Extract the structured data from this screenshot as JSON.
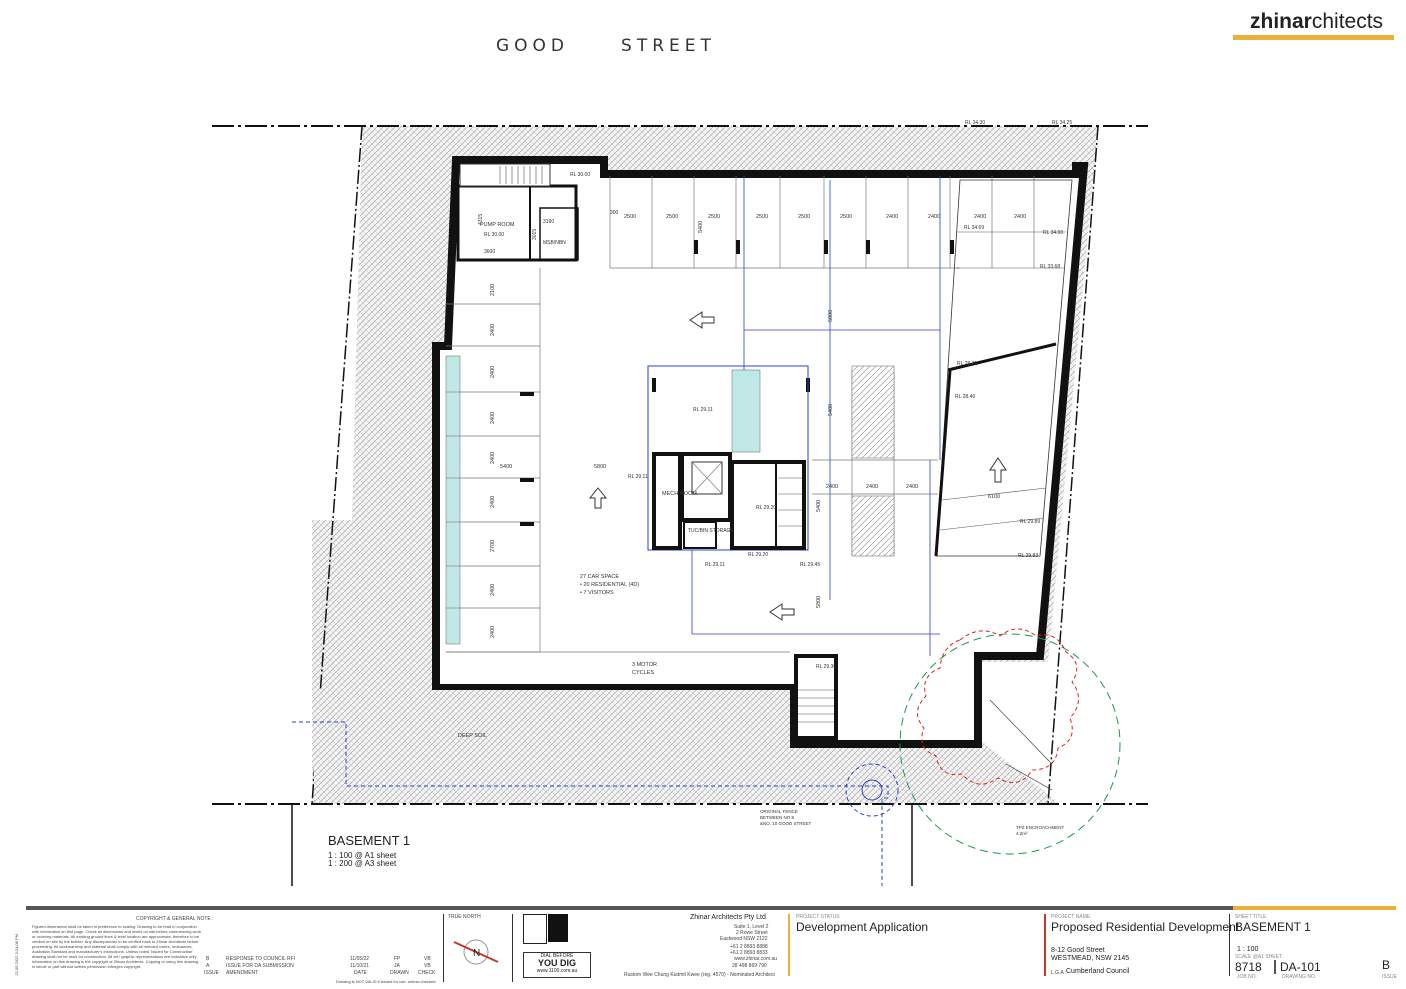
{
  "header": {
    "street": "GOOD     STREET",
    "logo_bold": "zhinar",
    "logo_rest": "chitects"
  },
  "rooms": {
    "pump_room": "PUMP ROOM",
    "pump_rl": "RL 30.00",
    "msb": "MSB/NBN",
    "mech_room": "MECH\nROOM",
    "tuc_storage": "TUC/BIN\nSTORAGE",
    "deep_soil": "DEEP SOIL",
    "car_spaces": "27 CAR SPACE",
    "car_residential": "• 20 RESIDENTIAL (4D)",
    "car_visitors": "• 7 VISITORS",
    "motorcycles_1": "3 MOTOR",
    "motorcycles_2": "CYCLES",
    "fence_note_1": "ORIGINAL FENCE",
    "fence_note_2": "BETWEEN NO.8",
    "fence_note_3": "&NO. 10 GOOD STREET",
    "tpz_note": "TPZ ENCROACHMENT",
    "tpz_value": "4.2m²"
  },
  "levels": {
    "rl_3000": "RL 30.00",
    "rl_3430": "RL 34.30",
    "rl_3425": "RL 34.25",
    "rl_3469": "RL 34.69",
    "rl_3400": "RL 34.00",
    "rl_3368": "RL 33.68",
    "rl_2911a": "RL 29.11",
    "rl_2911b": "RL 29.11",
    "rl_2911c": "RL 29.11",
    "rl_2920a": "RL 29.20",
    "rl_2920b": "RL 29.20",
    "rl_2945": "RL 29.45",
    "rl_2871": "RL 28.71",
    "rl_2846": "RL 28.46",
    "rl_2989": "RL 29.89",
    "rl_2983": "RL 29.83",
    "rl_2930": "RL 29.30"
  },
  "dims": {
    "d4315": "4315",
    "d3600": "3600",
    "d3190": "3190",
    "d3015": "3015",
    "d300": "300",
    "top_row": [
      "2500",
      "2500",
      "2500",
      "2500",
      "2500",
      "2500",
      "2400",
      "2400",
      "2400",
      "2400"
    ],
    "left_col": [
      "2100",
      "2400",
      "2400",
      "2400",
      "2400",
      "2400",
      "2700",
      "2400",
      "2400"
    ],
    "d5400a": "5400",
    "d5800a": "5800",
    "d5400b": "5400",
    "d5800b": "5800",
    "d5400c": "5400",
    "d5400d": "5400",
    "d5800c": "5800",
    "d6100": "6100",
    "d2400_row": [
      "2400",
      "2400",
      "2400"
    ]
  },
  "view": {
    "title": "BASEMENT 1",
    "scale_a1": "1 : 100 @ A1 sheet",
    "scale_a3": "1 : 200 @ A3 sheet"
  },
  "title_block": {
    "copyright_head": "COPYRIGHT & GENERAL NOTE :",
    "copyright_body": "Figured dimensions shall be taken in preference to scaling. Drawing to be read in conjunction with information on first page. Check all dimensions and levels on site before commencing work or ordering materials. All existing ground lines & level location are approximate, therefore to be verified on site by the builder. Any discrepancies to be verified back to Zhinar Architects before proceeding. All workmanship and material shall comply with all relevant codes, ordinances, Australian Standard and manufacturer's instructions. Unless noted 'Issued for Construction' drawing shall not be used for construction. All art / graphic representations are indicative only. Information on this drawing is the copyright of Zhinar Architects. Copying or using this drawing in whole or part without written permission infringes copyright.",
    "rev_b": "B",
    "rev_b_desc": "RESPONSE TO COUNCIL RFI",
    "rev_b_date": "11/05/22",
    "rev_b_drawn": "FP",
    "rev_b_check": "VB",
    "rev_a": "A",
    "rev_a_desc": "ISSUE FOR DA SUBMISSION",
    "rev_a_date": "11/10/21",
    "rev_a_drawn": "JA",
    "rev_a_check": "VB",
    "issue_h": "ISSUE",
    "amend_h": "AMENDMENT",
    "date_h": "DATE",
    "drawn_h": "DRAWN",
    "check_h": "CHECK",
    "not_valid": "Drawing is NOT VALID if issued for use, unless checked.",
    "true_north": "TRUE NORTH",
    "north": "N",
    "dyd_dial": "DIAL BEFORE",
    "dyd_big": "YOU DIG",
    "dyd_url": "www.1100.com.au",
    "company": "Zhinar Architects Pty Ltd",
    "address_1": "Suite 1, Level 2",
    "address_2": "2 Rowe Street",
    "address_3": "Eastwood NSW 2122",
    "phone_1": "+61 2 8893 8888",
    "phone_2": "+61 2 8893 8833",
    "web": "www.zhinar.com.au",
    "abn": "28 498 869 790",
    "nominated": "Rustom Wee Chung Kudmit Kwee (reg. 4570) - Nominated Architect",
    "status_label": "PROJECT STATUS",
    "status": "Development Application",
    "project_label": "PROJECT NAME",
    "project": "Proposed Residential Development",
    "project_addr_1": "8-12 Good Street",
    "project_addr_2": "WESTMEAD, NSW 2145",
    "lga_label": "L.G.A :",
    "lga": "Cumberland Council",
    "sheet_label": "SHEET TITLE",
    "sheet": "BASEMENT 1",
    "scale": "1 : 100",
    "scale_label": "SCALE @A1 SHEET",
    "job": "8718",
    "job_label": "JOB No.",
    "drawing": "DA-101",
    "drawing_label": "DRAWING No.",
    "issue": "B",
    "issue_label": "ISSUE",
    "side_text": "22.05.2022 3:24:08 PM"
  },
  "colors": {
    "wall": "#111111",
    "accent": "#e8b23a",
    "blue_line": "#2a3fd1",
    "tree_red": "#e02020",
    "tree_green": "#1a9a4a",
    "planter": "#bfe8e6"
  }
}
